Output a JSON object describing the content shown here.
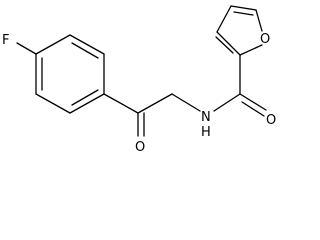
{
  "atoms": {
    "fluorine": "F",
    "carbonyl_oxygen_ketone": "O",
    "nitrogen": "N",
    "hydrogen_on_nitrogen": "H",
    "carbonyl_oxygen_amide": "O",
    "furan_oxygen": "O"
  },
  "colors": {
    "background": "#ffffff",
    "bonds": "#000000",
    "labels": "#000000"
  }
}
